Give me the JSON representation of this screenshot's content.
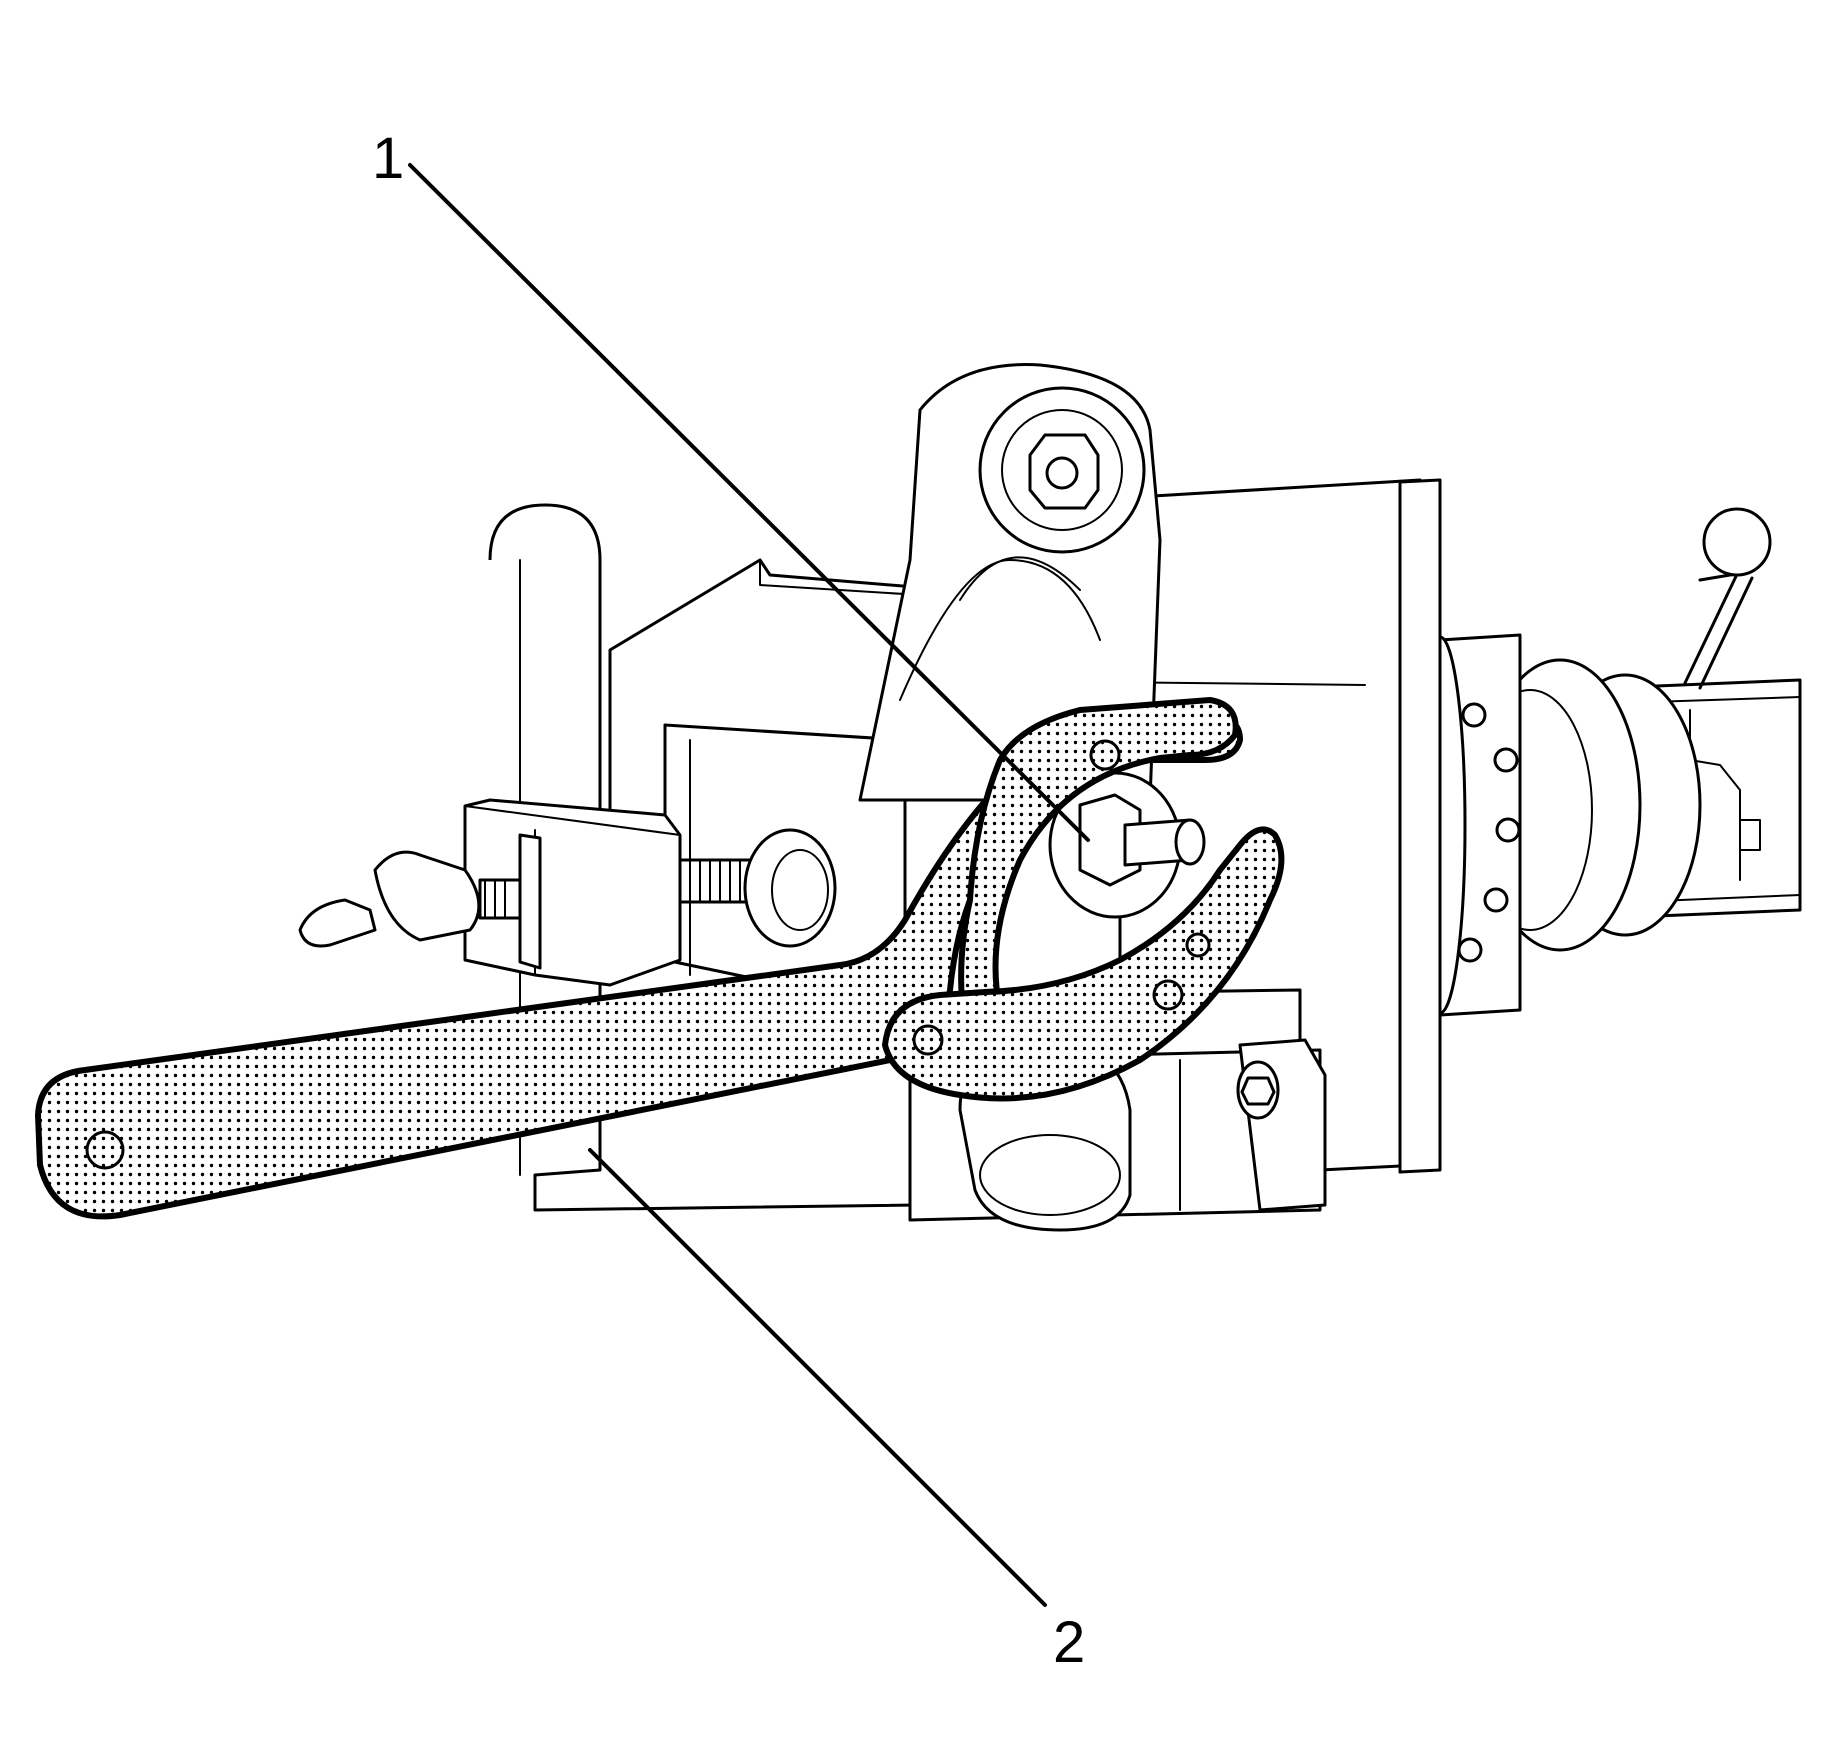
{
  "figure": {
    "callouts": [
      {
        "id": "1",
        "label": "1"
      },
      {
        "id": "2",
        "label": "2"
      }
    ]
  },
  "colors": {
    "line": "#000000",
    "background": "#ffffff",
    "tool_stipple": "#000000"
  }
}
